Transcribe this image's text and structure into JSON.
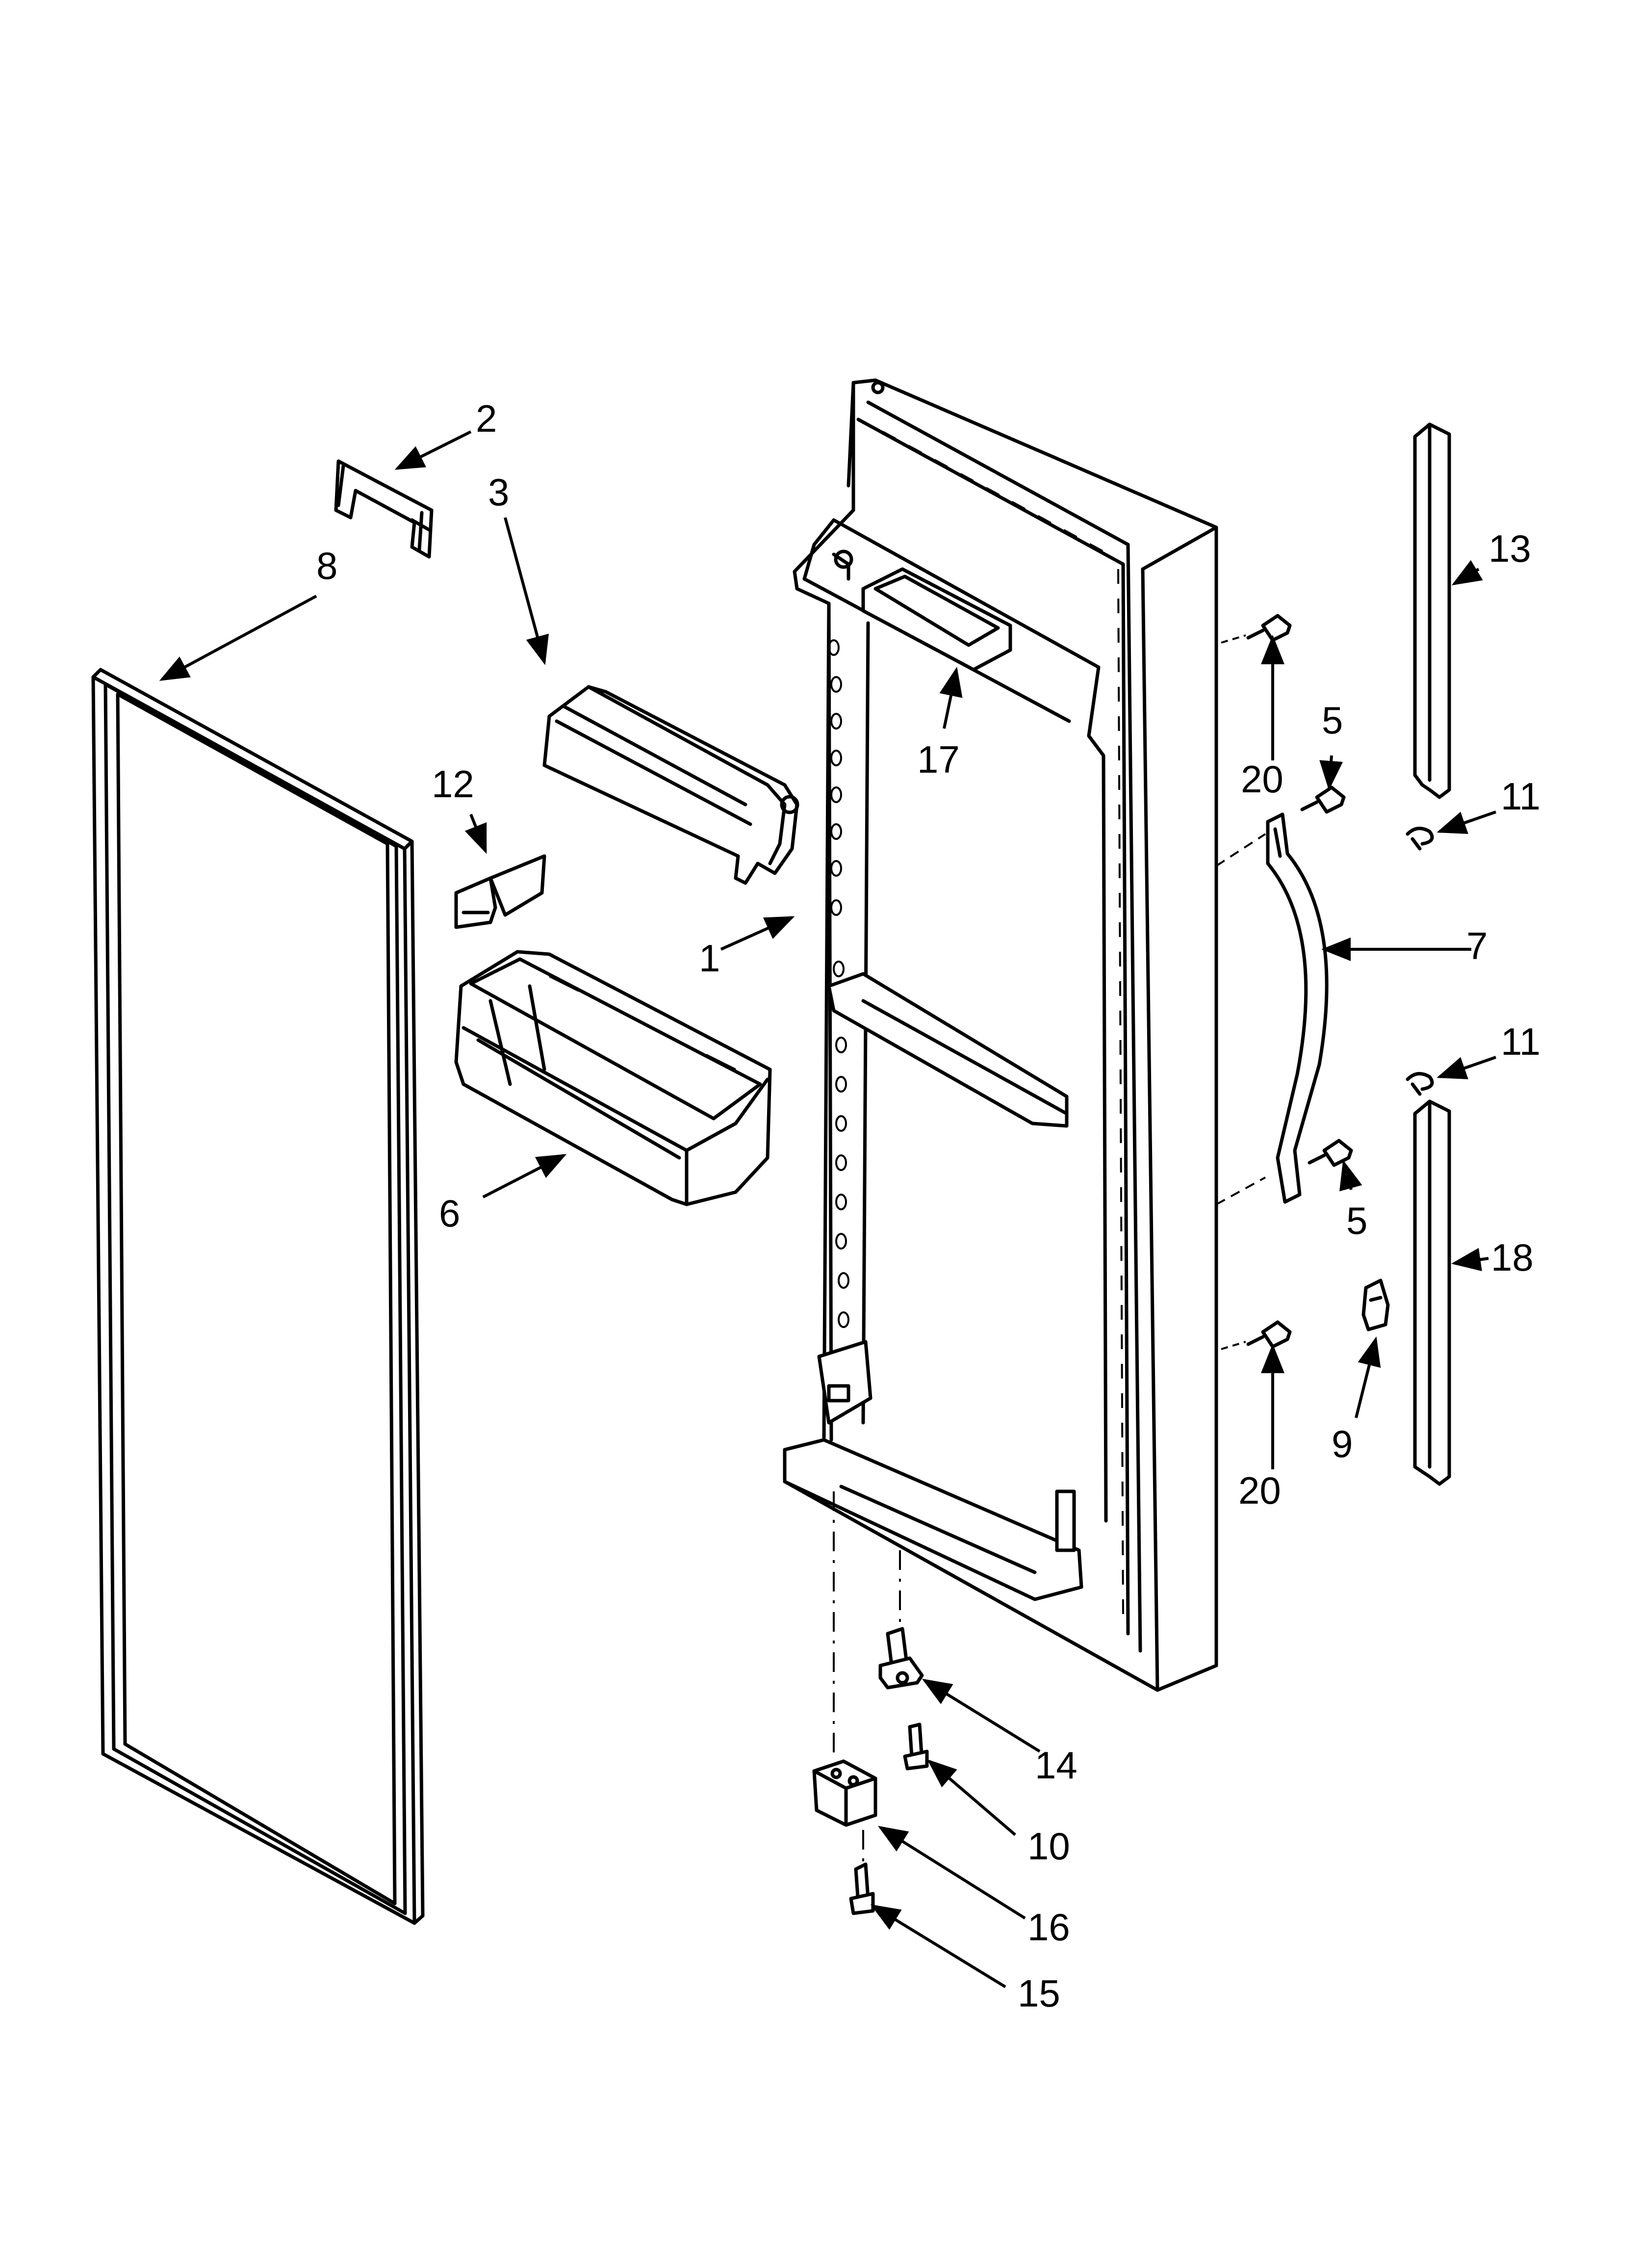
{
  "callouts": {
    "c1": "1",
    "c2": "2",
    "c3": "3",
    "c5a": "5",
    "c5b": "5",
    "c6": "6",
    "c7": "7",
    "c8": "8",
    "c9": "9",
    "c10": "10",
    "c11a": "11",
    "c11b": "11",
    "c12": "12",
    "c13": "13",
    "c14": "14",
    "c15": "15",
    "c16": "16",
    "c17": "17",
    "c18": "18",
    "c20a": "20",
    "c20b": "20"
  }
}
